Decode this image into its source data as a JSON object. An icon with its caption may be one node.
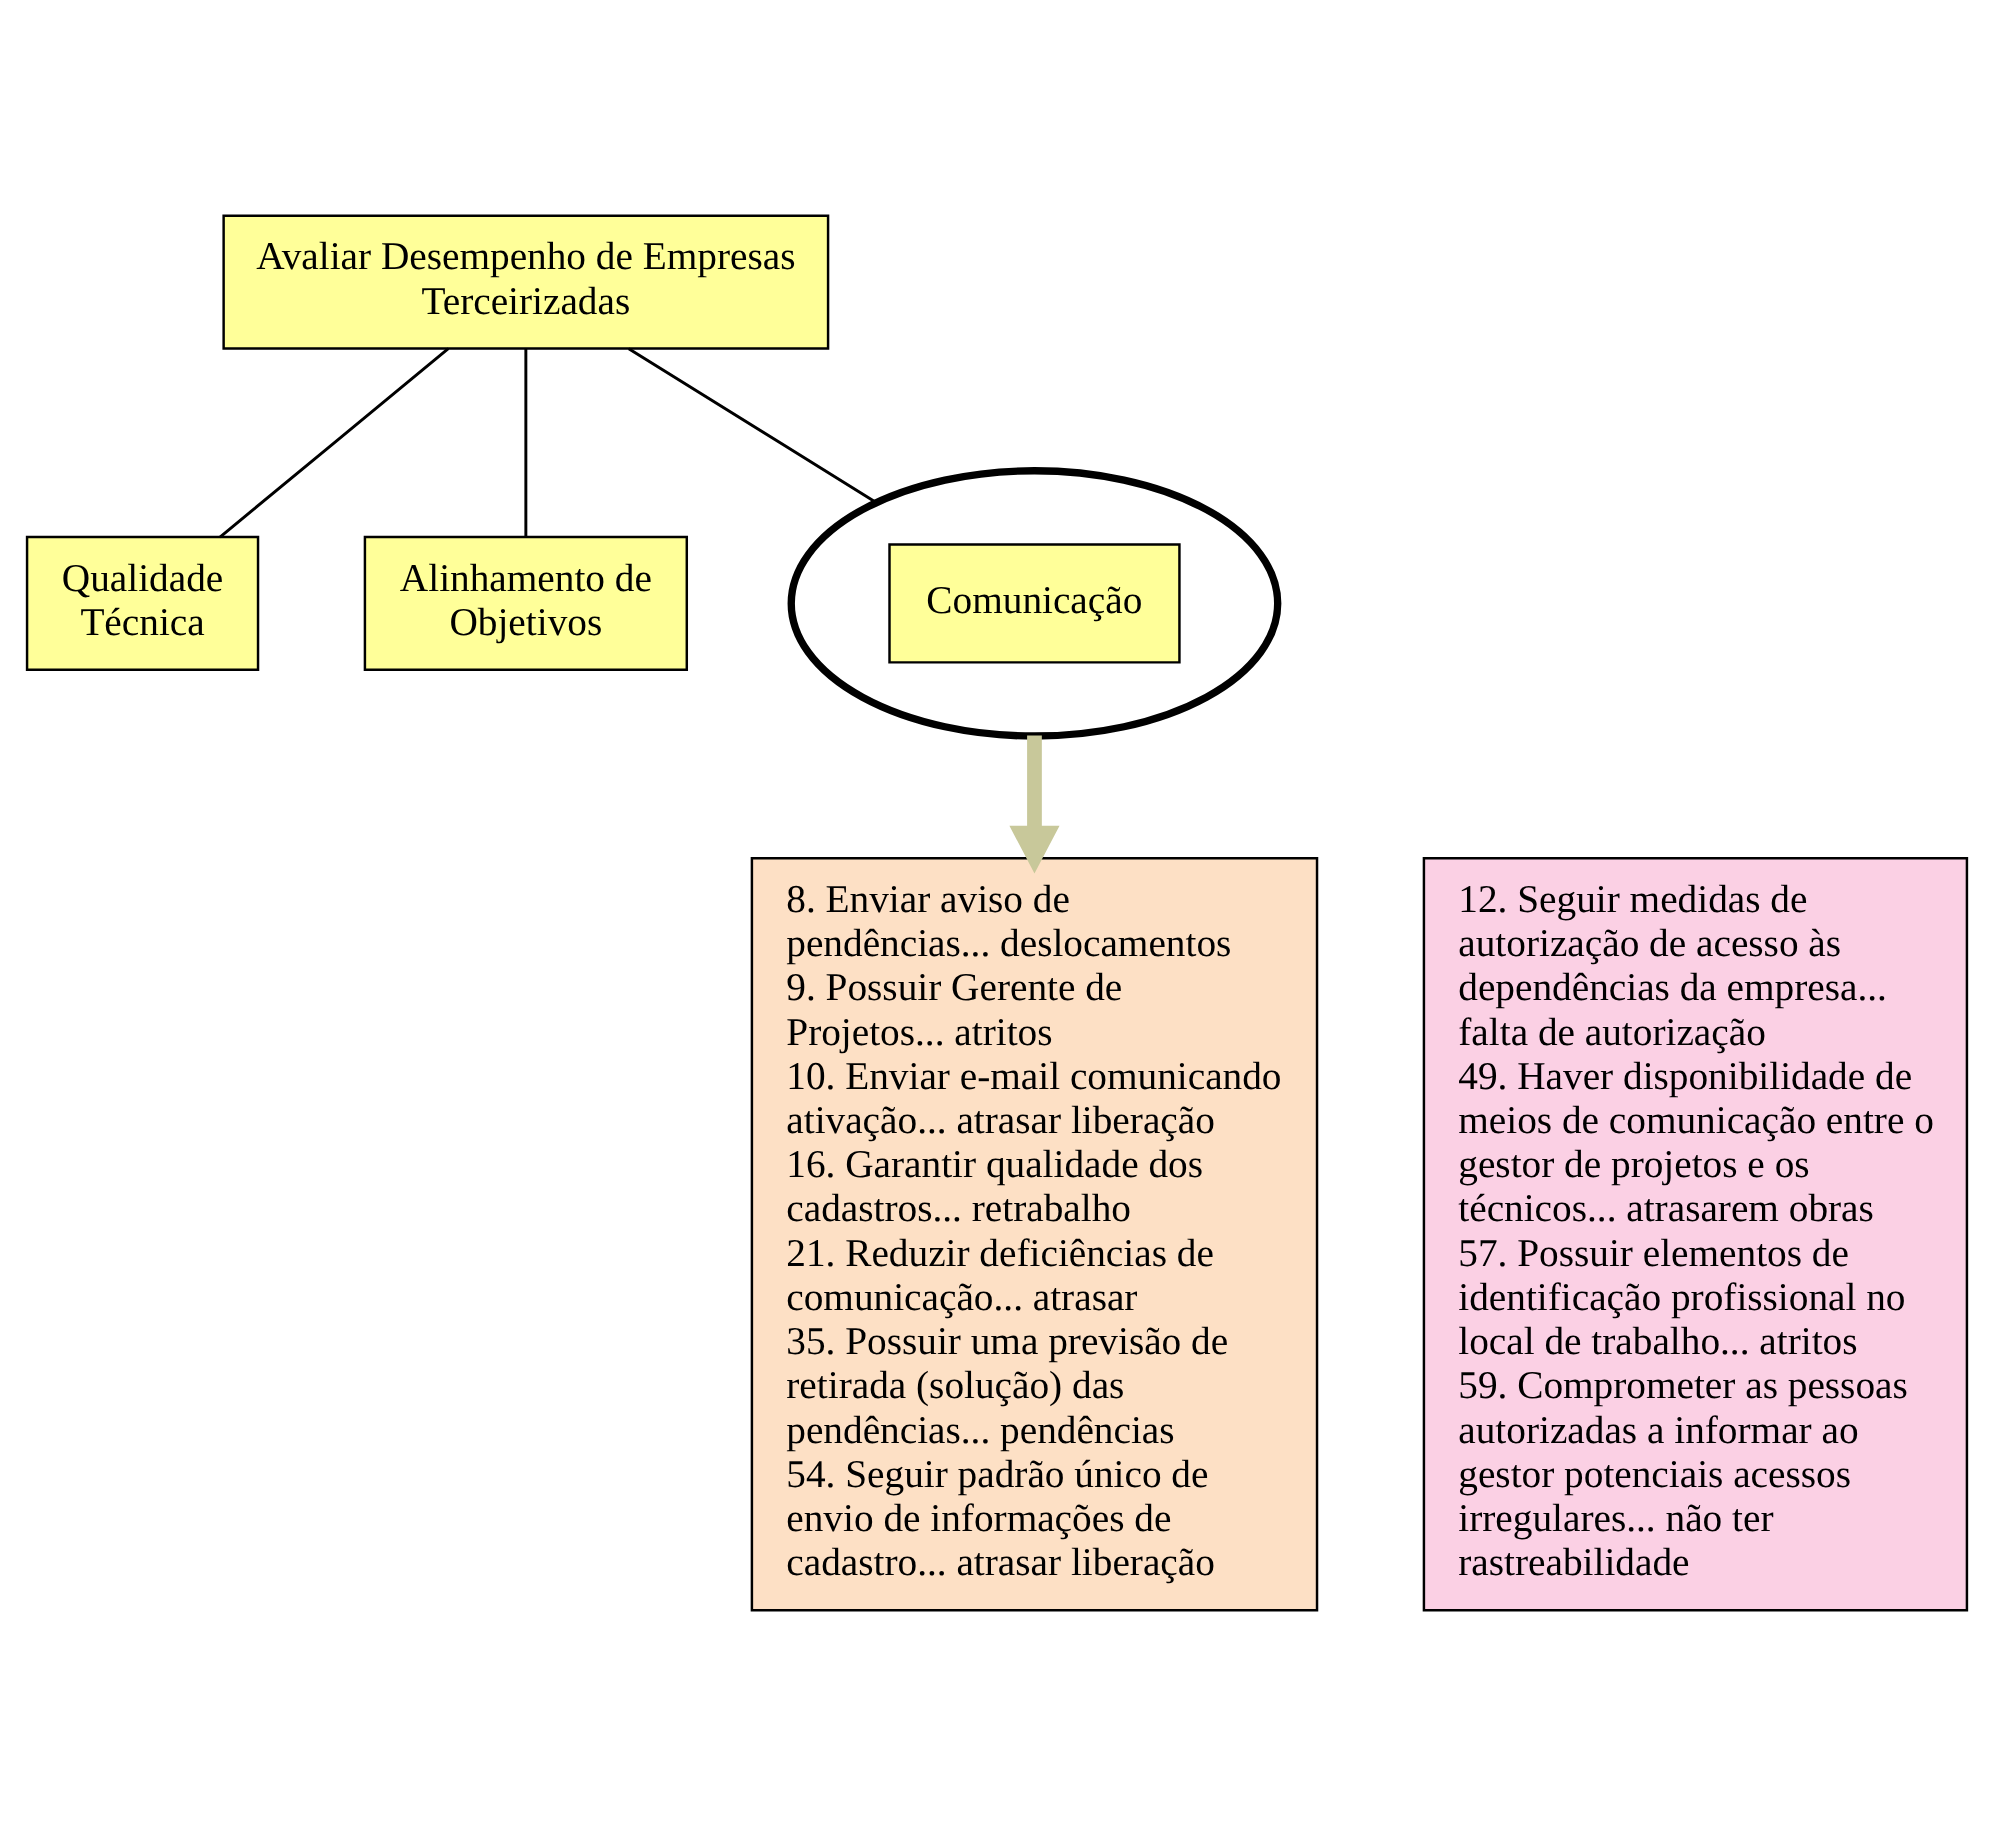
{
  "diagram": {
    "nodes": [
      {
        "text": [
          "Avaliar Desempenho de Empresas Terceirizadas"
        ]
      },
      {
        "text": [
          "Qualidade Técnica"
        ]
      },
      {
        "text": [
          "Alinhamento de Objetivos"
        ]
      },
      {
        "text": [],
        "shape": "circle"
      },
      {
        "text": [
          "Comunicação"
        ],
        "in": 3
      },
      {
        "text": [
          "8. Enviar aviso de pendências... deslocamentos",
          "9. Possuir Gerente de Projetos... atritos",
          "10. Enviar e-mail comunicando ativação... atrasar liberação",
          "16. Garantir qualidade dos cadastros... retrabalho",
          "21. Reduzir deficiências de comunicação... atrasar",
          "35. Possuir uma previsão de retirada (solução) das pendências... pendências",
          "54. Seguir padrão único de envio de informações de cadastro... atrasar liberação"
        ]
      },
      {
        "text": [
          "12. Seguir medidas de autorização de acesso às dependências da empresa... falta de autorização",
          "49. Haver disponibilidade de meios de comunicação entre o gestor de projetos e os técnicos... atrasarem obras",
          "57. Possuir elementos de identificação profissional no local de trabalho... atritos",
          "59. Comprometer as pessoas autorizadas a informar ao gestor potenciais acessos irregulares... não ter rastreabilidade"
        ]
      }
    ],
    "edges": [
      {
        "from": 0,
        "to": 1,
        "arrow": "none"
      },
      {
        "from": 0,
        "to": 2,
        "arrow": "none"
      },
      {
        "from": 0,
        "to": 3,
        "arrow": "none"
      },
      {
        "from": 3,
        "to": 5,
        "arrow": "to",
        "style": "thick",
        "color": "#c8c89a"
      }
    ]
  }
}
